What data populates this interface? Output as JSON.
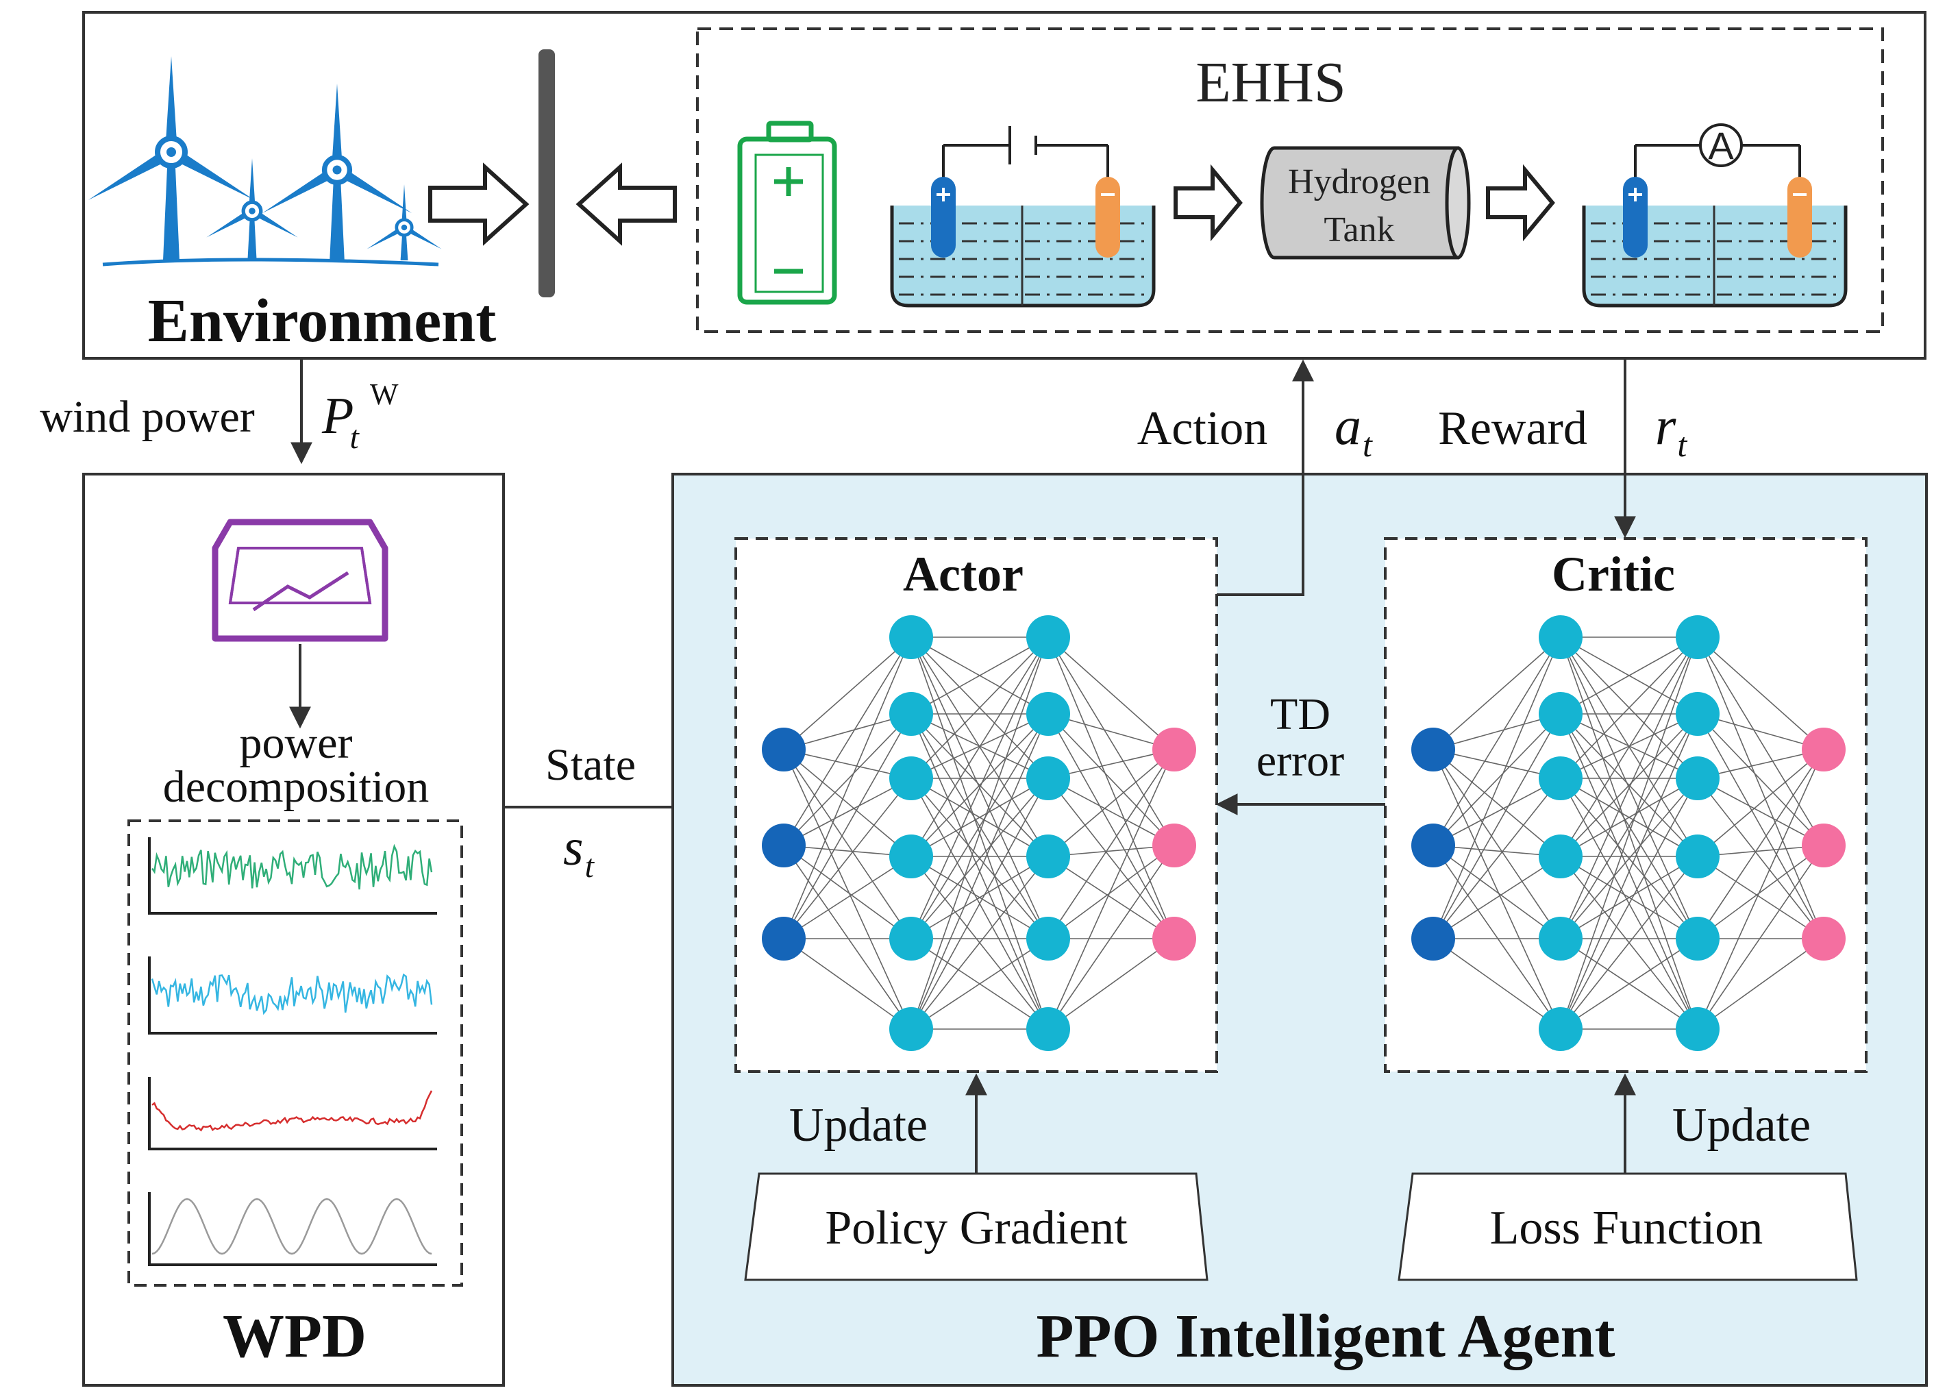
{
  "environment": {
    "title": "Environment"
  },
  "ehhs": {
    "title": "EHHS",
    "tank_line1": "Hydrogen",
    "tank_line2": "Tank",
    "ammeter": "A"
  },
  "wind": {
    "label": "wind power",
    "symbol": "P",
    "subscript": "t",
    "superscript": "W"
  },
  "wpd": {
    "title": "WPD",
    "decomp_line1": "power",
    "decomp_line2": "decomposition"
  },
  "state": {
    "label": "State",
    "symbol": "s",
    "subscript": "t"
  },
  "action": {
    "label": "Action",
    "symbol": "a",
    "subscript": "t"
  },
  "reward": {
    "label": "Reward",
    "symbol": "r",
    "subscript": "t"
  },
  "agent": {
    "title": "PPO Intelligent Agent"
  },
  "actor": {
    "title": "Actor",
    "update": "Update",
    "box": "Policy Gradient"
  },
  "critic": {
    "title": "Critic",
    "update": "Update",
    "box": "Loss Function"
  },
  "td": {
    "line1": "TD",
    "line2": "error"
  },
  "colors": {
    "turbine": "#1a7cc9",
    "battery": "#1aa64a",
    "input_node": "#1565b8",
    "hidden_node": "#15b4d2",
    "output_node": "#f46fa0",
    "agent_bg": "#dff0f7",
    "electrolyte": "#a9dcea",
    "anode": "#1a6fc0",
    "cathode": "#f29a4e",
    "signal1": "#2fae78",
    "signal2": "#35b6e2",
    "signal3": "#d62e2e",
    "signal4": "#9a9a9a",
    "display": "#8a3aa8"
  }
}
